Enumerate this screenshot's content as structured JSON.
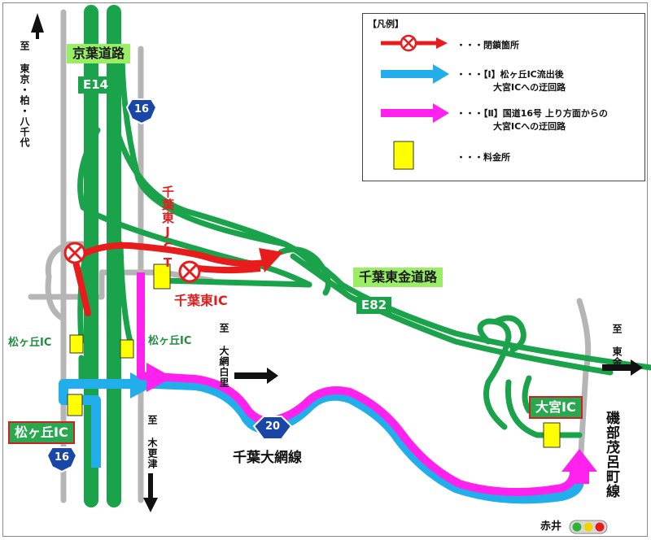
{
  "legend": {
    "title": "【凡例】",
    "closed": "・・・閉鎖箇所",
    "detour1_line1": "・・・【Ⅰ】松ヶ丘IC流出後",
    "detour1_line2": "大宮ICへの迂回路",
    "detour2_line1": "・・・【Ⅱ】国道16号 上り方面からの",
    "detour2_line2": "大宮ICへの迂回路",
    "tollgate": "・・・料金所"
  },
  "roads": {
    "keiyo": "京葉道路",
    "e14": "E14",
    "chiba_togane": "千葉東金道路",
    "e82": "E82",
    "route16": "16",
    "route20": "20",
    "chiba_oami": "千葉大網線",
    "isobe": "磯部茂呂町線"
  },
  "places": {
    "chiba_higashi_jct": "千葉東JCT",
    "chiba_higashi_ic": "千葉東IC",
    "matsugaoka_ic_left": "松ヶ丘IC",
    "matsugaoka_ic_right": "松ヶ丘IC",
    "matsugaoka_ic_boxed": "松ヶ丘IC",
    "omiya_ic": "大宮IC",
    "akai": "赤井"
  },
  "directions": {
    "to_tokyo": "至 東京・柏・八千代",
    "to_oami": "至 大網白里",
    "to_kisarazu": "至 木更津",
    "to_togane": "至 東金"
  },
  "colors": {
    "expressway": "#1aa34a",
    "local_road": "#b5b5b5",
    "closure": "#e81c1c",
    "detour1": "#22aeea",
    "detour2": "#ff22ee",
    "tollgate": "#ffff00",
    "shield": "#1a46a8"
  }
}
